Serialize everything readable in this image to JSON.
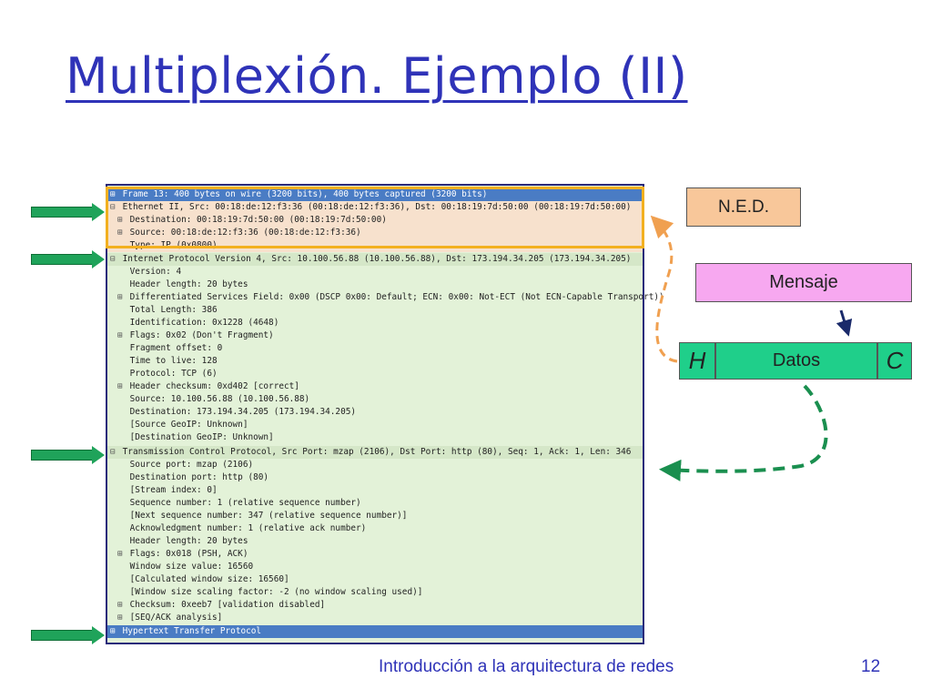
{
  "slide": {
    "title": "Multiplexión. Ejemplo (II)",
    "footer": "Introducción a la arquitectura de redes",
    "page_number": "12"
  },
  "capture": {
    "rows": [
      {
        "expander": "⊞",
        "text": "Frame 13: 400 bytes on wire (3200 bits), 400 bytes captured (3200 bits)"
      },
      {
        "expander": "⊟",
        "text": "Ethernet II, Src: 00:18:de:12:f3:36 (00:18:de:12:f3:36), Dst: 00:18:19:7d:50:00 (00:18:19:7d:50:00)"
      },
      {
        "expander": "⊞",
        "text": "Destination: 00:18:19:7d:50:00 (00:18:19:7d:50:00)"
      },
      {
        "expander": "⊞",
        "text": "Source: 00:18:de:12:f3:36 (00:18:de:12:f3:36)"
      },
      {
        "expander": "",
        "text": "Type: IP (0x0800)"
      },
      {
        "expander": "⊟",
        "text": "Internet Protocol Version 4, Src: 10.100.56.88 (10.100.56.88), Dst: 173.194.34.205 (173.194.34.205)"
      },
      {
        "expander": "",
        "text": "Version: 4"
      },
      {
        "expander": "",
        "text": "Header length: 20 bytes"
      },
      {
        "expander": "⊞",
        "text": "Differentiated Services Field: 0x00 (DSCP 0x00: Default; ECN: 0x00: Not-ECT (Not ECN-Capable Transport))"
      },
      {
        "expander": "",
        "text": "Total Length: 386"
      },
      {
        "expander": "",
        "text": "Identification: 0x1228 (4648)"
      },
      {
        "expander": "⊞",
        "text": "Flags: 0x02 (Don't Fragment)"
      },
      {
        "expander": "",
        "text": "Fragment offset: 0"
      },
      {
        "expander": "",
        "text": "Time to live: 128"
      },
      {
        "expander": "",
        "text": "Protocol: TCP (6)"
      },
      {
        "expander": "⊞",
        "text": "Header checksum: 0xd402 [correct]"
      },
      {
        "expander": "",
        "text": "Source: 10.100.56.88 (10.100.56.88)"
      },
      {
        "expander": "",
        "text": "Destination: 173.194.34.205 (173.194.34.205)"
      },
      {
        "expander": "",
        "text": "[Source GeoIP: Unknown]"
      },
      {
        "expander": "",
        "text": "[Destination GeoIP: Unknown]"
      },
      {
        "expander": "⊟",
        "text": "Transmission Control Protocol, Src Port: mzap (2106), Dst Port: http (80), Seq: 1, Ack: 1, Len: 346"
      },
      {
        "expander": "",
        "text": "Source port: mzap (2106)"
      },
      {
        "expander": "",
        "text": "Destination port: http (80)"
      },
      {
        "expander": "",
        "text": "[Stream index: 0]"
      },
      {
        "expander": "",
        "text": "Sequence number: 1    (relative sequence number)"
      },
      {
        "expander": "",
        "text": "[Next sequence number: 347    (relative sequence number)]"
      },
      {
        "expander": "",
        "text": "Acknowledgment number: 1    (relative ack number)"
      },
      {
        "expander": "",
        "text": "Header length: 20 bytes"
      },
      {
        "expander": "⊞",
        "text": "Flags: 0x018 (PSH, ACK)"
      },
      {
        "expander": "",
        "text": "Window size value: 16560"
      },
      {
        "expander": "",
        "text": "[Calculated window size: 16560]"
      },
      {
        "expander": "",
        "text": "[Window size scaling factor: -2 (no window scaling used)]"
      },
      {
        "expander": "⊞",
        "text": "Checksum: 0xeeb7 [validation disabled]"
      },
      {
        "expander": "⊞",
        "text": "[SEQ/ACK analysis]"
      },
      {
        "expander": "⊞",
        "text": "Hypertext Transfer Protocol"
      }
    ]
  },
  "diagram": {
    "ned_label": "N.E.D.",
    "mensaje_label": "Mensaje",
    "header_label": "H",
    "datos_label": "Datos",
    "trailer_label": "C"
  },
  "colors": {
    "title": "#2f33b8",
    "capture_bg": "#e3f2d8",
    "selection": "#4a7cc4",
    "ethernet_highlight": "#f2b020",
    "pointer_arrow": "#1fa35a",
    "ned": "#f8c79a",
    "mensaje": "#f7a8f0",
    "datos": "#1fcf8a",
    "dashed_orange": "#f0a050",
    "dashed_green": "#1a8f4f"
  }
}
